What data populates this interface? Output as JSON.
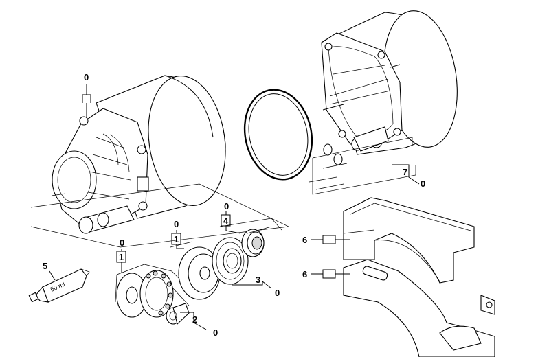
{
  "callouts": {
    "motor_top_0": "0",
    "item_7": "7",
    "item_7_sub": "0",
    "bearing_1_top": "0",
    "bearing_1_box": "1",
    "cap_1_top": "0",
    "cap_1_box": "1",
    "seal_4_top": "0",
    "seal_4_box": "4",
    "item_3": "3",
    "item_3_sub": "0",
    "item_2": "2",
    "item_2_sub": "0",
    "item_5": "5",
    "item_6_upper": "6",
    "item_6_lower": "6"
  },
  "tube_label": "50 ml"
}
